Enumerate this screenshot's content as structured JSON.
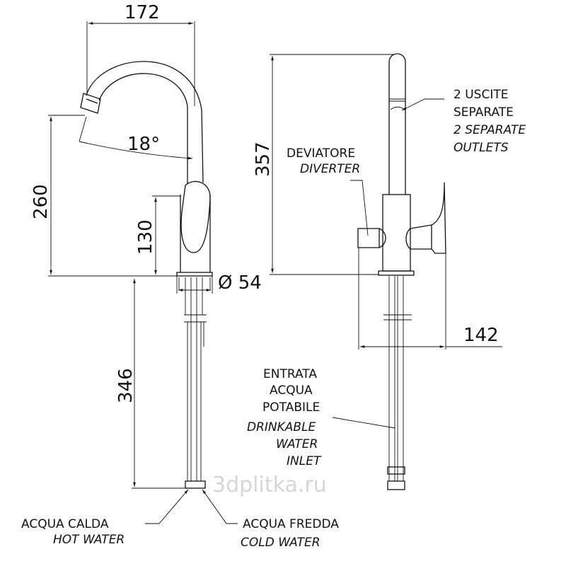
{
  "dimensions": {
    "spout_reach": "172",
    "spout_angle": "18°",
    "spout_height": "260",
    "body_height": "130",
    "base_diameter": "Ø 54",
    "total_height": "357",
    "depth": "142",
    "hose_length": "346"
  },
  "labels": {
    "outlets_it_1": "2 USCITE",
    "outlets_it_2": "SEPARATE",
    "outlets_en_1": "2 SEPARATE",
    "outlets_en_2": "OUTLETS",
    "diverter_it": "DEVIATORE",
    "diverter_en": "DIVERTER",
    "inlet_it_1": "ENTRATA",
    "inlet_it_2": "ACQUA",
    "inlet_it_3": "POTABILE",
    "inlet_en_1": "DRINKABLE",
    "inlet_en_2": "WATER",
    "inlet_en_3": "INLET",
    "hot_it": "ACQUA CALDA",
    "hot_en": "HOT WATER",
    "cold_it": "ACQUA FREDDA",
    "cold_en": "COLD WATER"
  },
  "watermark": "3dplitka.ru"
}
